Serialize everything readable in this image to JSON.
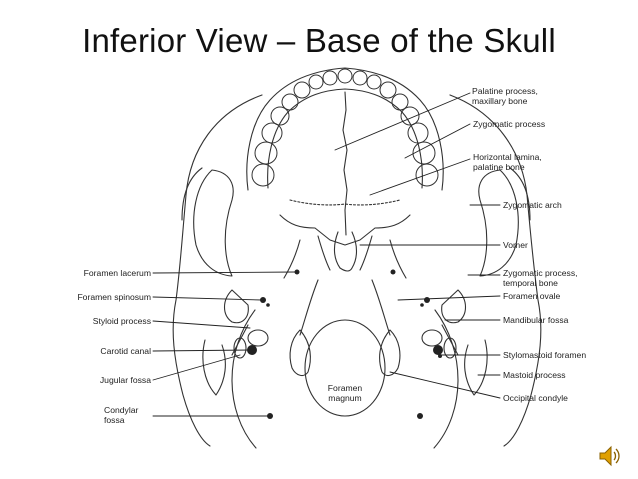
{
  "title": "Inferior View – Base of the Skull",
  "labels": {
    "palatine_process": "Palatine process, maxillary bone",
    "palatine_process_l1": "Palatine process,",
    "palatine_process_l2": "maxillary bone",
    "zygomatic_process": "Zygomatic process",
    "horizontal_lamina_l1": "Horizontal lamina,",
    "horizontal_lamina_l2": "palatine bone",
    "zygomatic_arch": "Zygomatic arch",
    "vomer": "Vomer",
    "zygomatic_process_temporal_l1": "Zygomatic process,",
    "zygomatic_process_temporal_l2": "temporal bone",
    "foramen_ovale": "Foramen ovale",
    "mandibular_fossa": "Mandibular fossa",
    "stylomastoid_foramen": "Stylomastoid foramen",
    "mastoid_process": "Mastoid process",
    "occipital_condyle": "Occipital condyle",
    "foramen_lacerum": "Foramen lacerum",
    "foramen_spinosum": "Foramen spinosum",
    "styloid_process": "Styloid process",
    "carotid_canal": "Carotid canal",
    "jugular_fossa": "Jugular fossa",
    "condylar_fossa_l1": "Condylar",
    "condylar_fossa_l2": "fossa",
    "foramen_magnum_l1": "Foramen",
    "foramen_magnum_l2": "magnum"
  },
  "icons": {
    "audio": "speaker-icon"
  },
  "colors": {
    "line": "#333333",
    "background": "#ffffff",
    "speaker": "#e0a000"
  }
}
